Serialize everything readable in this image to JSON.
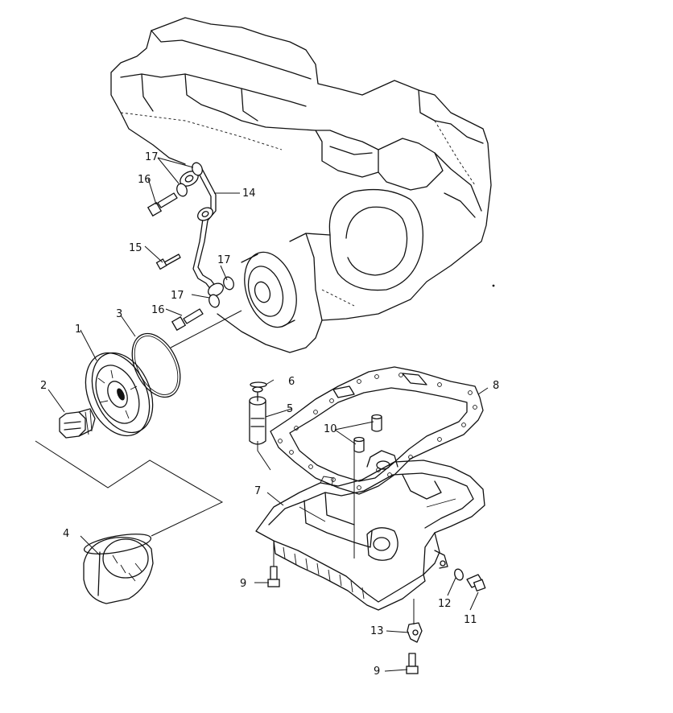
{
  "diagram": {
    "callouts": {
      "c1": "1",
      "c2": "2",
      "c3": "3",
      "c4": "4",
      "c5": "5",
      "c6": "6",
      "c7": "7",
      "c8": "8",
      "c9a": "9",
      "c9b": "9",
      "c10": "10",
      "c11": "11",
      "c12": "12",
      "c13": "13",
      "c14": "14",
      "c15": "15",
      "c16a": "16",
      "c16b": "16",
      "c17a": "17",
      "c17b": "17",
      "c17c": "17"
    }
  }
}
